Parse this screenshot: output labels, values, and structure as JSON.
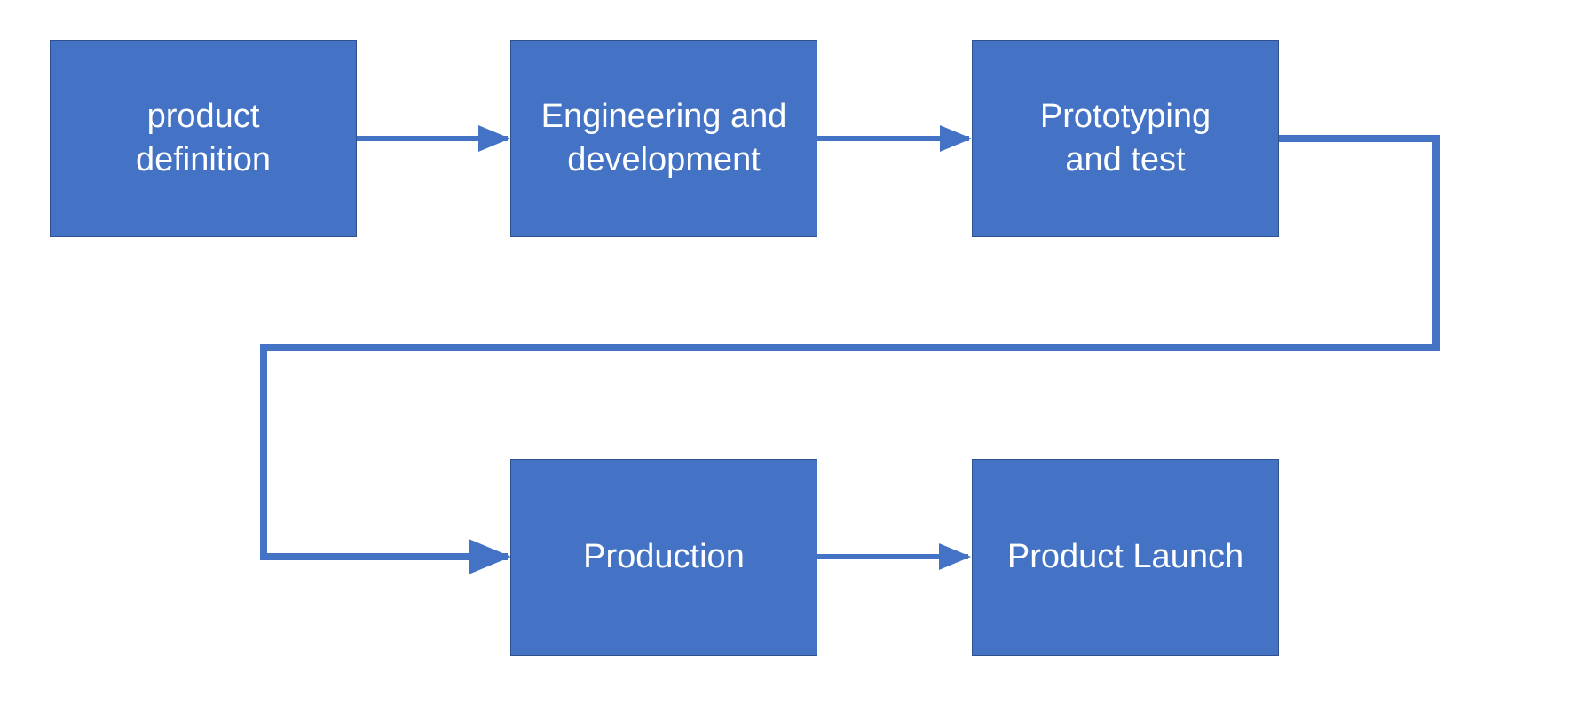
{
  "colors": {
    "box_fill": "#4472C4",
    "box_border": "#2F528F",
    "connector": "#4472C4",
    "text": "#FFFFFF",
    "background": "#FFFFFF"
  },
  "steps": [
    {
      "label": "product\ndefinition"
    },
    {
      "label": "Engineering and\ndevelopment"
    },
    {
      "label": "Prototyping\nand test"
    },
    {
      "label": "Production"
    },
    {
      "label": "Product Launch"
    }
  ],
  "connectors": [
    {
      "from": 0,
      "to": 1
    },
    {
      "from": 1,
      "to": 2
    },
    {
      "from": 2,
      "to": 3
    },
    {
      "from": 3,
      "to": 4
    }
  ]
}
